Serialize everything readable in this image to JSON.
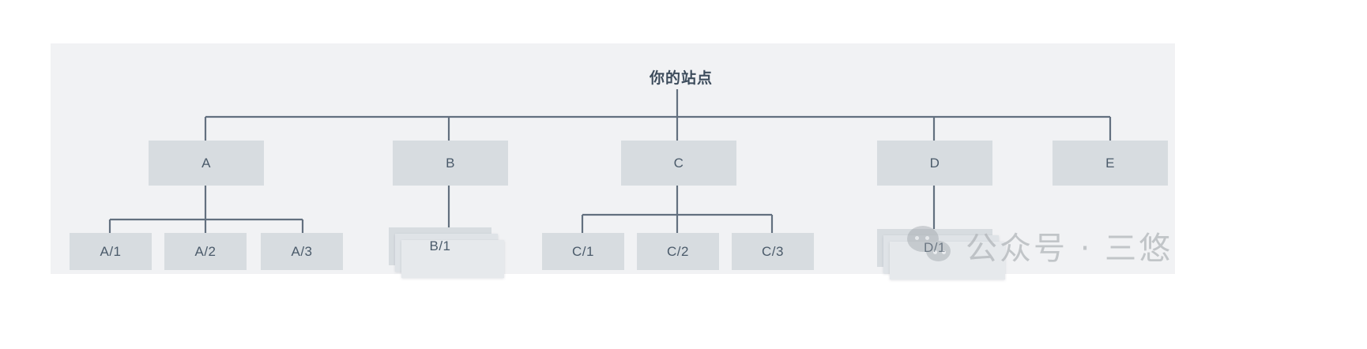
{
  "diagram": {
    "root": {
      "label": "你的站点"
    },
    "level1": [
      {
        "id": "A",
        "label": "A"
      },
      {
        "id": "B",
        "label": "B"
      },
      {
        "id": "C",
        "label": "C"
      },
      {
        "id": "D",
        "label": "D"
      },
      {
        "id": "E",
        "label": "E"
      }
    ],
    "level2": [
      {
        "id": "A1",
        "label": "A/1",
        "parent": "A",
        "stacked": false
      },
      {
        "id": "A2",
        "label": "A/2",
        "parent": "A",
        "stacked": false
      },
      {
        "id": "A3",
        "label": "A/3",
        "parent": "A",
        "stacked": false
      },
      {
        "id": "B1",
        "label": "B/1",
        "parent": "B",
        "stacked": true
      },
      {
        "id": "C1",
        "label": "C/1",
        "parent": "C",
        "stacked": false
      },
      {
        "id": "C2",
        "label": "C/2",
        "parent": "C",
        "stacked": false
      },
      {
        "id": "C3",
        "label": "C/3",
        "parent": "C",
        "stacked": false
      },
      {
        "id": "D1",
        "label": "D/1",
        "parent": "D",
        "stacked": true
      }
    ]
  },
  "watermark": {
    "text": "公众号 · 三悠",
    "logo": "wechat-icon"
  },
  "colors": {
    "panel_background": "#f1f2f4",
    "node_fill": "#d7dce0",
    "connector": "#63707f",
    "text": "#4a5a6a",
    "root_text": "#3d4c5c",
    "watermark_text": "#aeb2b6"
  }
}
